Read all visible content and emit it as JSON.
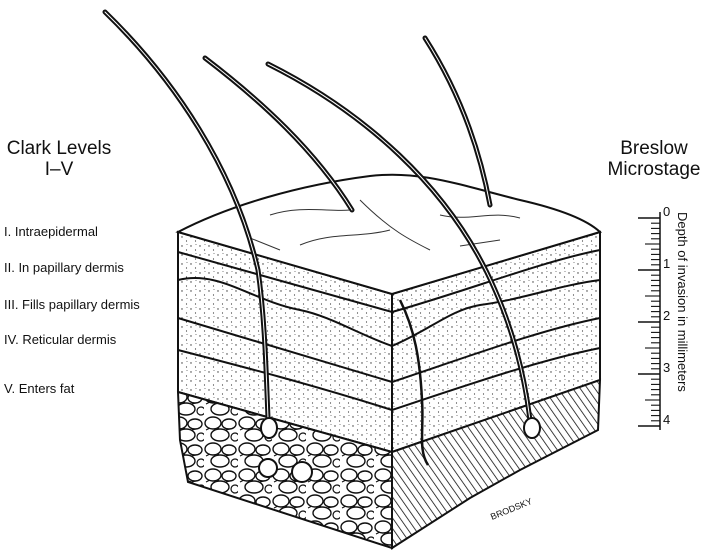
{
  "clark": {
    "title_line1": "Clark Levels",
    "title_line2": "I–V",
    "levels": [
      {
        "label": "I. Intraepidermal"
      },
      {
        "label": "II. In papillary dermis"
      },
      {
        "label": "III. Fills papillary dermis"
      },
      {
        "label": "IV. Reticular dermis"
      },
      {
        "label": "V. Enters fat"
      }
    ]
  },
  "breslow": {
    "title_line1": "Breslow",
    "title_line2": "Microstage",
    "axis_label": "Depth of invasion in millimeters",
    "ticks": [
      "0",
      "1",
      "2",
      "3",
      "4"
    ]
  },
  "signature": "BRODSKY"
}
